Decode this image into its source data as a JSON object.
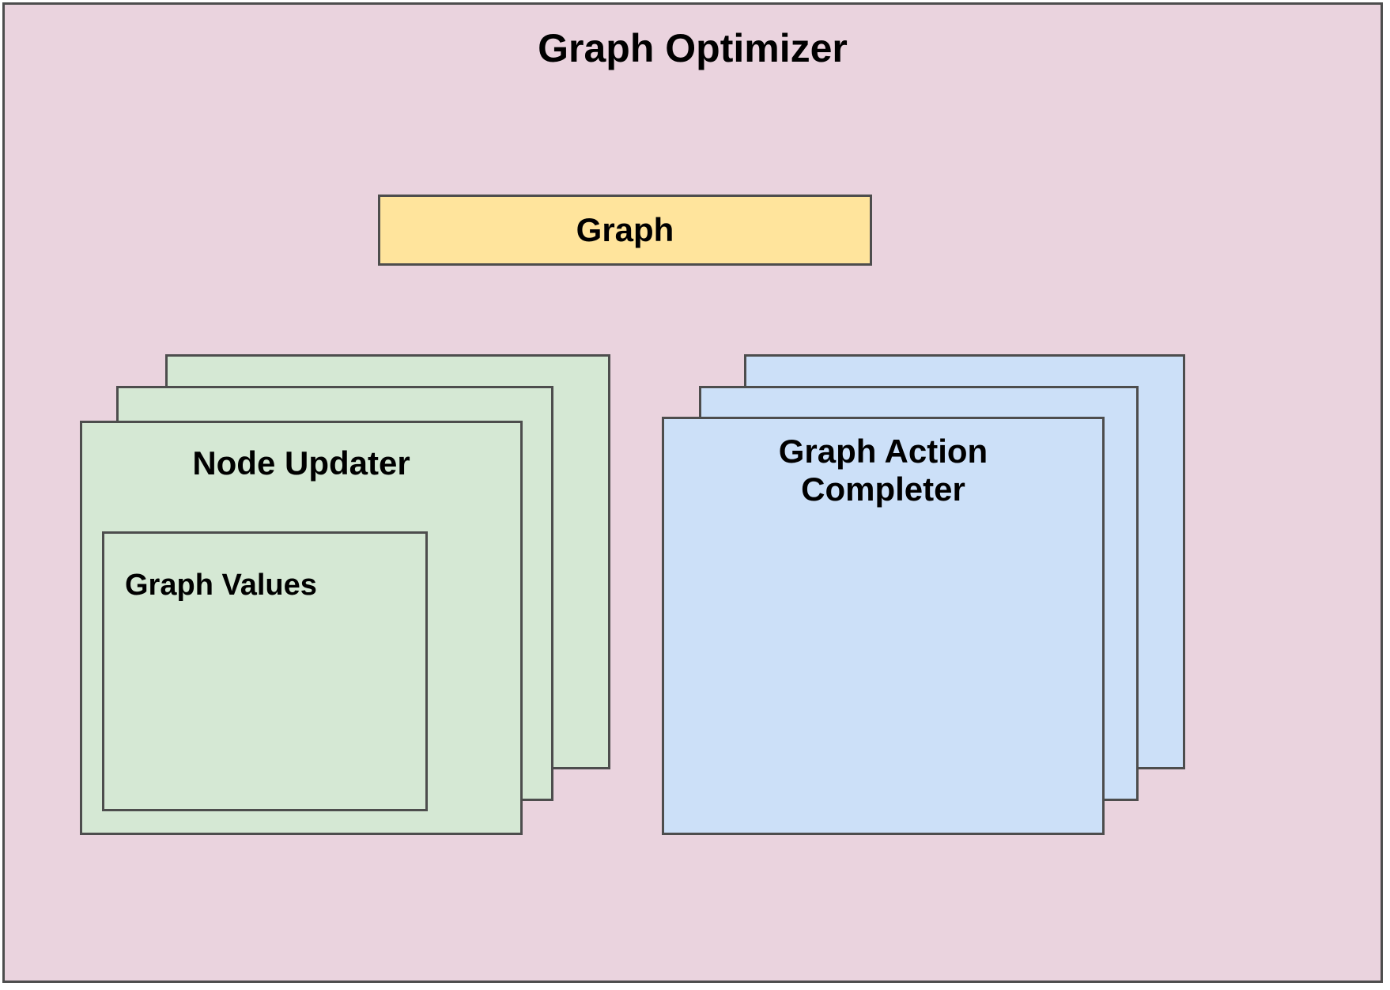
{
  "diagram": {
    "container": {
      "title": "Graph Optimizer",
      "fill": "#ead3de",
      "stroke": "#4d4d4d"
    },
    "graph_box": {
      "label": "Graph",
      "fill": "#ffe49c",
      "stroke": "#4d4d4d"
    },
    "node_updater": {
      "title": "Node Updater",
      "fill": "#d5e8d4",
      "stroke": "#4d4d4d",
      "stack_count": 3,
      "child": {
        "label": "Graph Values",
        "fill": "#d5e8d4",
        "stroke": "#4d4d4d"
      }
    },
    "graph_action_completer": {
      "title_line1": "Graph Action",
      "title_line2": "Completer",
      "fill": "#cce0f8",
      "stroke": "#4d4d4d",
      "stack_count": 3
    }
  }
}
